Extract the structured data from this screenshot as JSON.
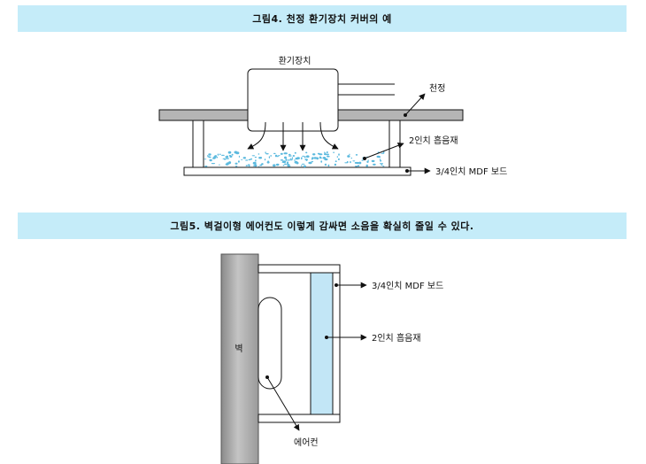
{
  "figure4": {
    "caption": "그림4. 천정 환기장치 커버의 예",
    "labels": {
      "ventilator": "환기장치",
      "ceiling": "천정",
      "absorber": "2인치 흡음재",
      "board": "3/4인치 MDF 보드"
    }
  },
  "figure5": {
    "caption": "그림5. 벽걸이형 에어컨도 이렇게 감싸면 소음을 확실히 줄일 수 있다.",
    "labels": {
      "wall": "벽",
      "board": "3/4인치 MDF 보드",
      "absorber": "2인치 흡음재",
      "aircon": "에어컨"
    }
  },
  "colors": {
    "caption_bg": "#c5ecf9",
    "beam": "#b5b5b5",
    "absorber_fill": "#c2e6f6",
    "particles": "#5bb9de"
  }
}
